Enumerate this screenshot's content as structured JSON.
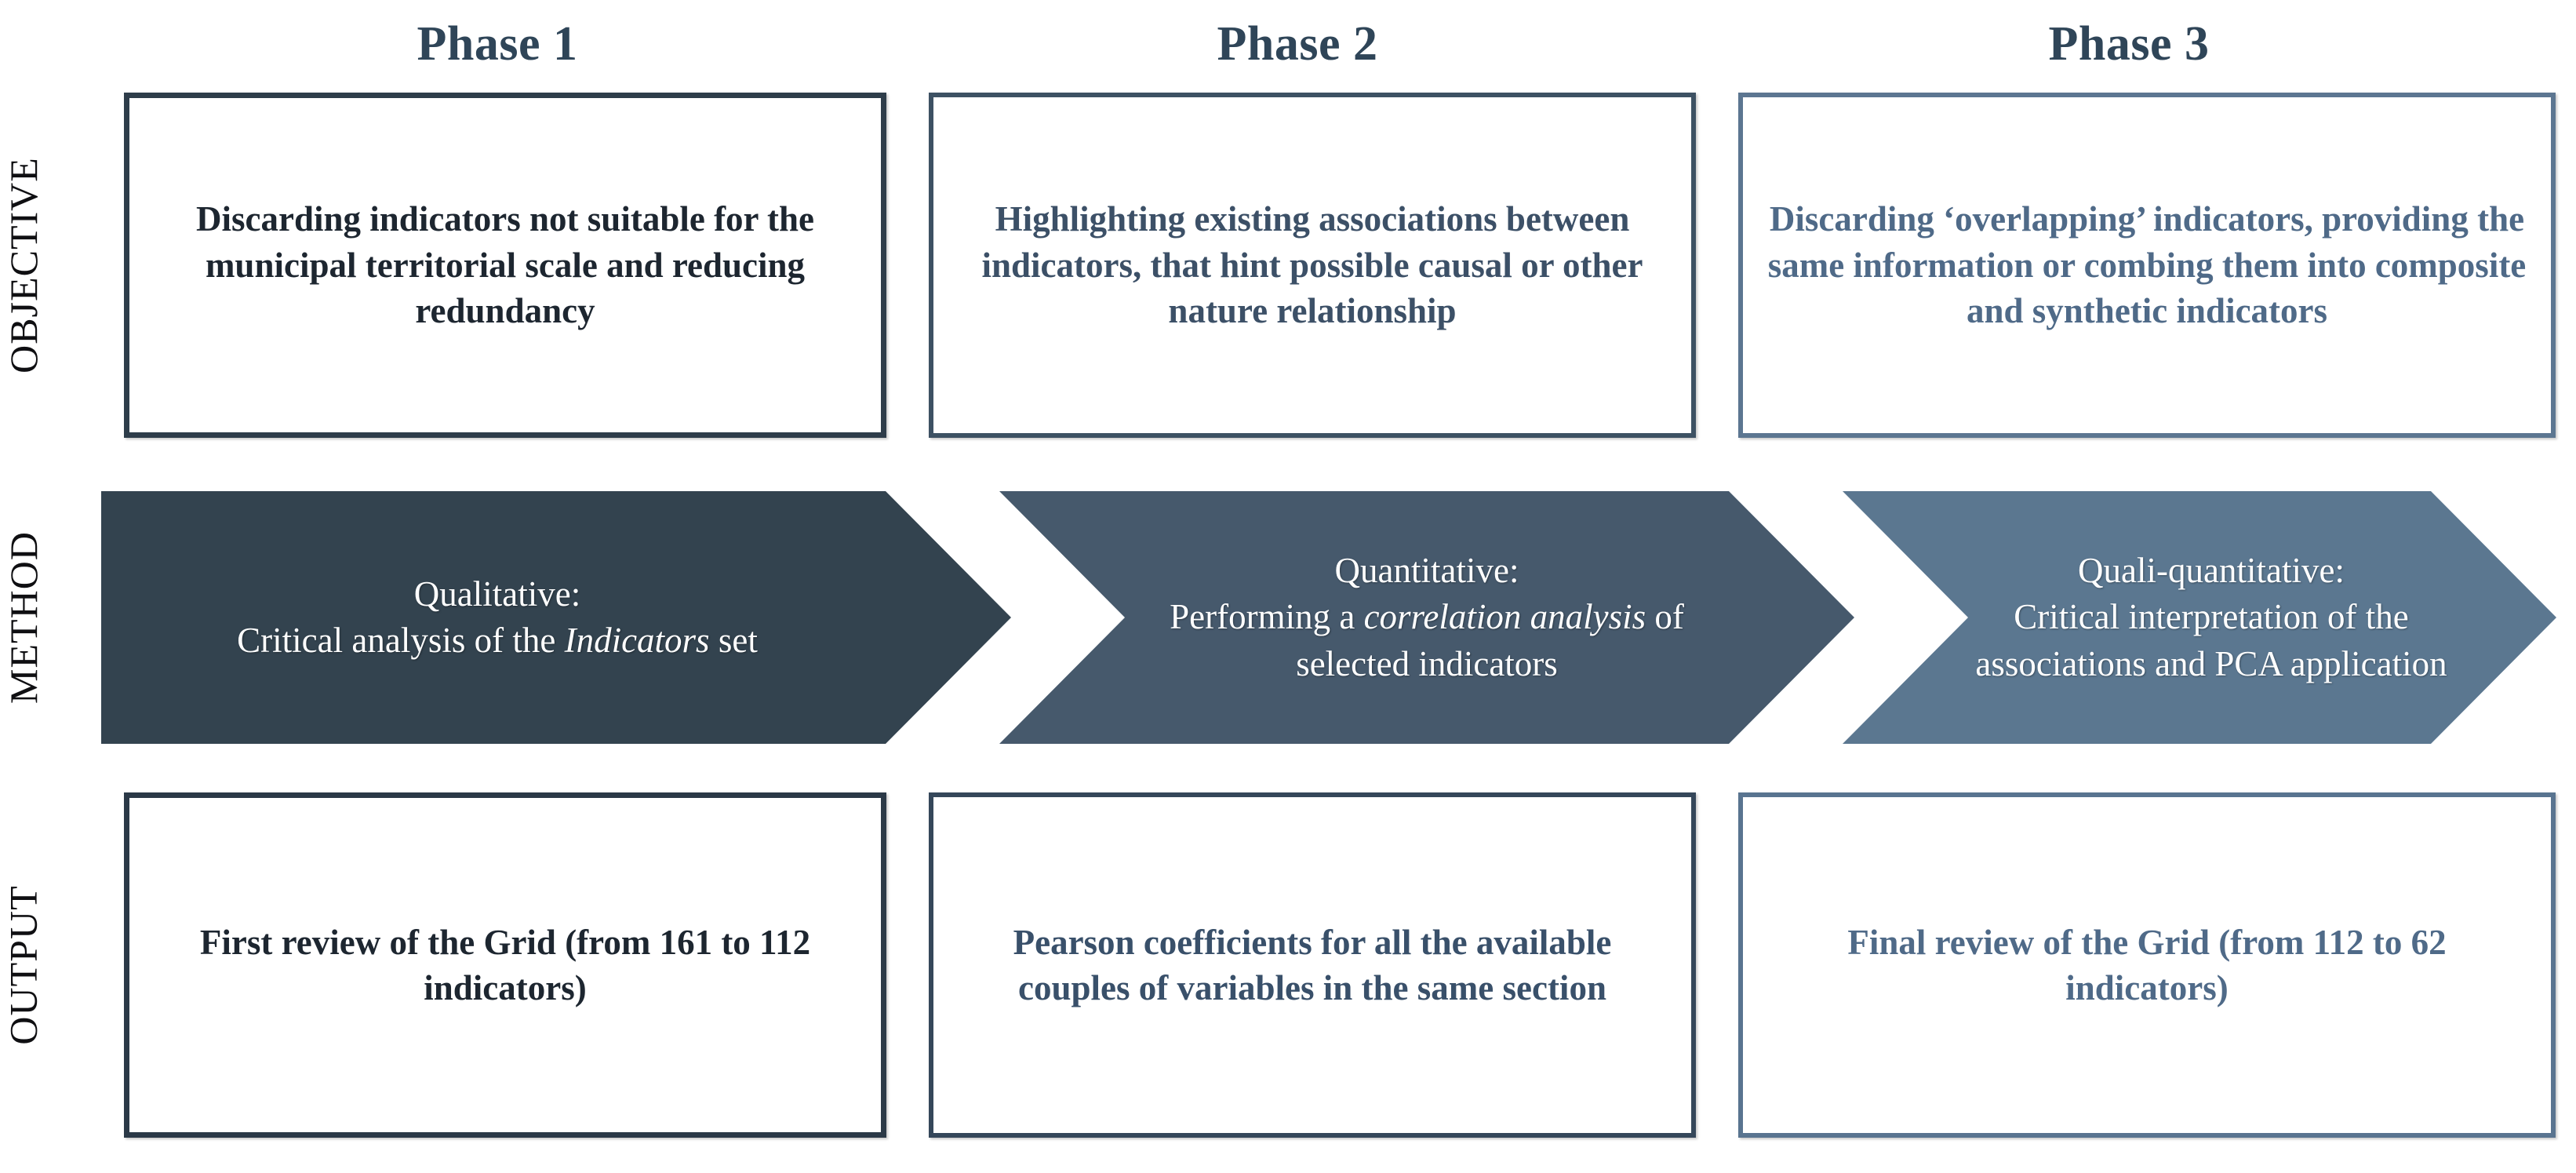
{
  "phases": [
    {
      "header": "Phase 1"
    },
    {
      "header": "Phase 2"
    },
    {
      "header": "Phase 3"
    }
  ],
  "row_labels": {
    "objective": "OBJECTIVE",
    "method": "METHOD",
    "output": "OUTPUT"
  },
  "objective": {
    "phase1": "Discarding indicators not suitable for the municipal territorial scale and reducing redundancy",
    "phase2": "Highlighting existing associations between indicators, that hint possible causal or other nature relationship",
    "phase3": "Discarding ‘overlapping’ indicators, providing the same information or combing them into composite and synthetic indicators"
  },
  "method": {
    "phase1": {
      "title": "Qualitative:",
      "body_pre": "Critical analysis of the ",
      "body_em": "Indicators",
      "body_post": " set"
    },
    "phase2": {
      "title": "Quantitative:",
      "body_pre": "Performing a ",
      "body_em": "correlation analysis",
      "body_post": " of selected indicators"
    },
    "phase3": {
      "title": "Quali-quantitative:",
      "body_pre": "Critical interpretation of the associations and PCA application",
      "body_em": "",
      "body_post": ""
    }
  },
  "output": {
    "phase1": "First review of the Grid (from 161 to 112 indicators)",
    "phase2": "Pearson coefficients for all the available couples of variables in the same section",
    "phase3": "Final review of the Grid (from 112 to 62 indicators)"
  },
  "colors": {
    "chevron_phase1": "#33434f",
    "chevron_phase2": "#46596c",
    "chevron_phase3": "#5b7790",
    "border_phase1": "#2e3d4a",
    "border_phase2": "#3d5163",
    "border_phase3": "#5c7691",
    "header_text": "#2f4558",
    "chevron_text": "#ffffff"
  }
}
